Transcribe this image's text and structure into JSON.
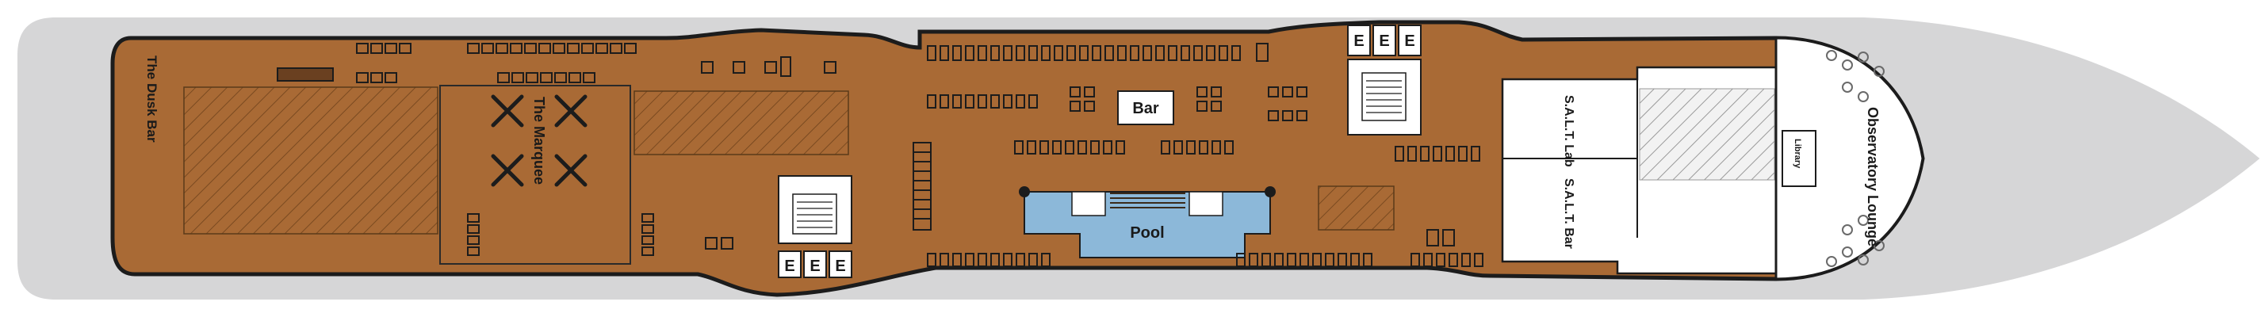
{
  "deck": {
    "labels": {
      "dusk_bar": "The Dusk Bar",
      "marquee": "The Marquee",
      "bar": "Bar",
      "pool": "Pool",
      "salt_lab": "S.A.L.T. Lab",
      "salt_bar": "S.A.L.T. Bar",
      "library": "Library",
      "observatory_lounge": "Observatory Lounge"
    },
    "elevator_letter": "E",
    "colors": {
      "deck_wood": "#a96a35",
      "hull": "#d6d6d7",
      "outline": "#1c1c1c",
      "pool": "#8cb8d9",
      "interior_white": "#ffffff",
      "hatch": "#8a5a2d"
    }
  }
}
